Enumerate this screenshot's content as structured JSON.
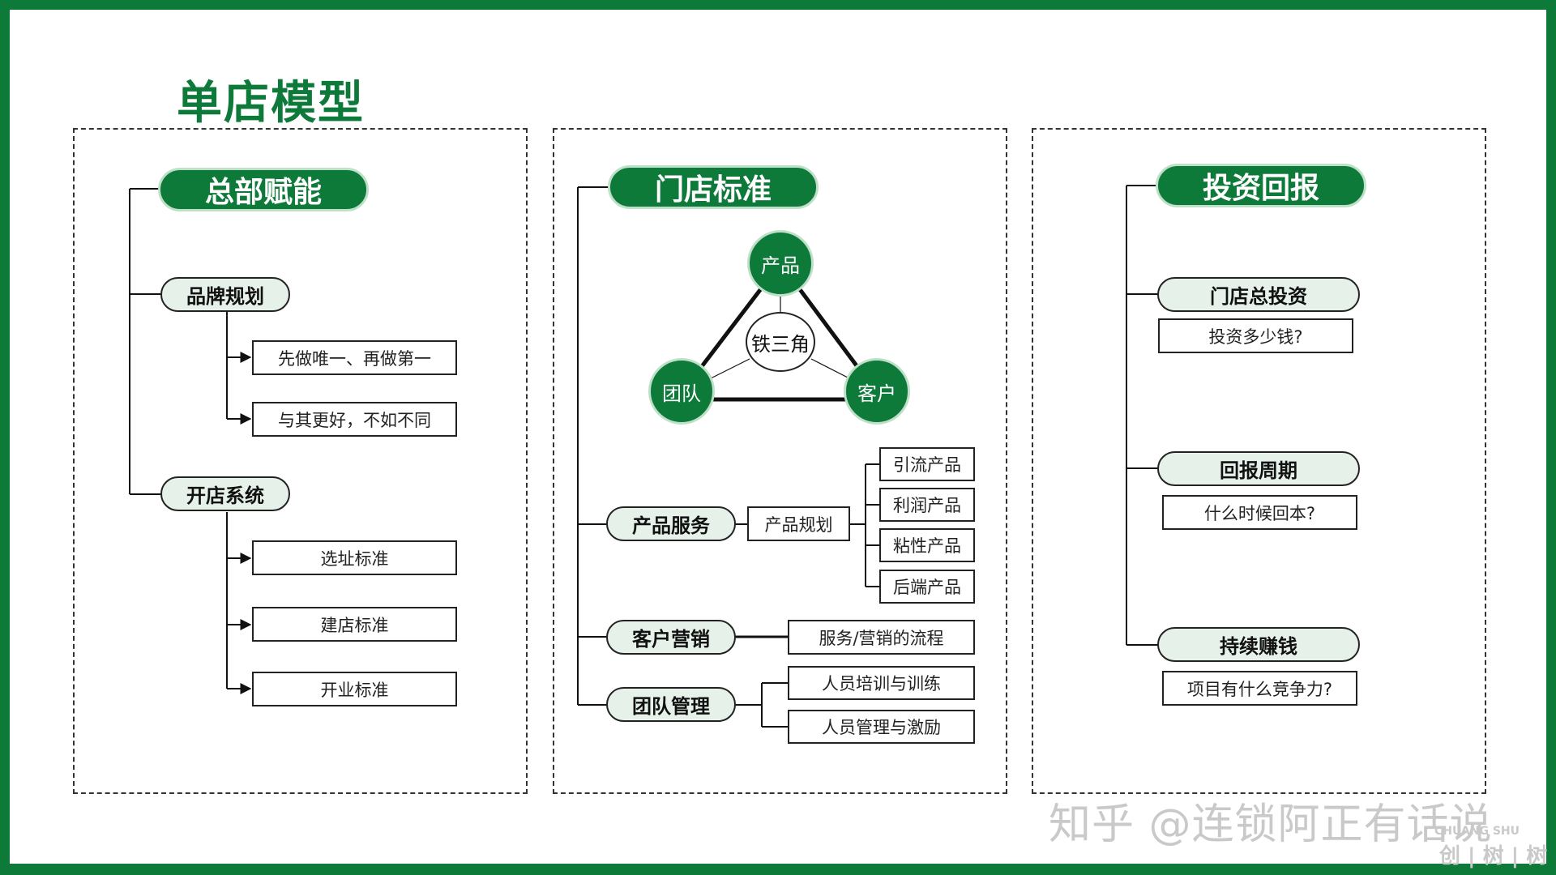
{
  "title": "单店模型",
  "panels": {
    "left": {
      "header": "总部赋能",
      "groups": [
        {
          "label": "品牌规划",
          "items": [
            "先做唯一、再做第一",
            "与其更好，不如不同"
          ]
        },
        {
          "label": "开店系统",
          "items": [
            "选址标准",
            "建店标准",
            "开业标准"
          ]
        }
      ]
    },
    "middle": {
      "header": "门店标准",
      "triangle": {
        "center": "铁三角",
        "top": "产品",
        "left": "团队",
        "right": "客户"
      },
      "product_service": {
        "label": "产品服务",
        "planning": "产品规划",
        "products": [
          "引流产品",
          "利润产品",
          "粘性产品",
          "后端产品"
        ]
      },
      "customer_marketing": {
        "label": "客户营销",
        "item": "服务/营销的流程"
      },
      "team_management": {
        "label": "团队管理",
        "items": [
          "人员培训与训练",
          "人员管理与激励"
        ]
      }
    },
    "right": {
      "header": "投资回报",
      "groups": [
        {
          "label": "门店总投资",
          "question": "投资多少钱?"
        },
        {
          "label": "回报周期",
          "question": "什么时候回本?"
        },
        {
          "label": "持续赚钱",
          "question": "项目有什么竞争力?"
        }
      ]
    }
  },
  "watermark": {
    "zhihu": "知乎 @连锁阿正有话说",
    "brand_latin": "CHUANG SHU",
    "brand_cn": "创 | 树 | 树"
  },
  "colors": {
    "primary_green": "#0e7a3a",
    "light_green": "#e6f1ea",
    "border": "#222222"
  }
}
